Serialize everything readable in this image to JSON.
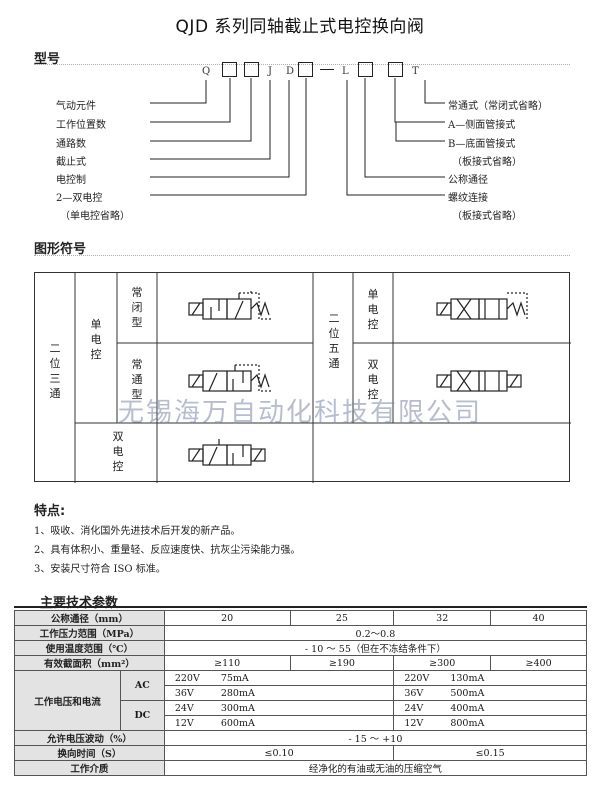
{
  "title": "QJD 系列同轴截止式电控换向阀",
  "sections": {
    "model": "型号",
    "symbols": "图形符号",
    "features": "特点:",
    "specs": "主要技术参数"
  },
  "model_code": {
    "letters": [
      "Q",
      "J",
      "D",
      "L",
      "T"
    ],
    "left_labels": [
      "气动元件",
      "工作位置数",
      "通路数",
      "截止式",
      "电控制",
      "2—双电控",
      "（单电控省略）"
    ],
    "right_labels": [
      "常通式（常闭式省略）",
      "A—侧面管接式",
      "B—底面管接式",
      "（板接式省略）",
      "公称通径",
      "螺纹连接",
      "（板接式省略）"
    ]
  },
  "symbols": {
    "left_group": "二位三通",
    "left_single": "单电控",
    "normally_closed": "常闭型",
    "normally_open": "常通型",
    "left_double": "双电控",
    "right_group": "二位五通",
    "right_single": "单电控",
    "right_double": "双电控"
  },
  "watermark": "无锡海万自动化科技有限公司",
  "features": [
    "1、吸收、消化国外先进技术后开发的新产品。",
    "2、具有体积小、重量轻、反应速度快、抗灰尘污染能力强。",
    "3、安装尺寸符合 ISO 标准。"
  ],
  "spec": {
    "nominal_label": "公称通径（mm）",
    "nominal": [
      "20",
      "25",
      "32",
      "40"
    ],
    "pressure_label": "工作压力范围（MPa）",
    "pressure": "0.2～0.8",
    "temp_label": "使用温度范围（℃）",
    "temp": "- 10 ～ 55（但在不冻结条件下）",
    "area_label": "有效截面积（mm²）",
    "area": [
      "≥110",
      "≥190",
      "≥300",
      "≥400"
    ],
    "voltage_label": "工作电压和电流",
    "ac_label": "AC",
    "dc_label": "DC",
    "ac_rows": [
      {
        "v1": "220V",
        "a1": "75mA",
        "v2": "220V",
        "a2": "130mA"
      },
      {
        "v1": "36V",
        "a1": "280mA",
        "v2": "36V",
        "a2": "500mA"
      }
    ],
    "dc_rows": [
      {
        "v1": "24V",
        "a1": "300mA",
        "v2": "24V",
        "a2": "400mA"
      },
      {
        "v1": "12V",
        "a1": "600mA",
        "v2": "12V",
        "a2": "800mA"
      }
    ],
    "fluct_label": "允许电压波动（%）",
    "fluct": "- 15 ～ +10",
    "switch_label": "换向时间（S）",
    "switch": [
      "≤0.10",
      "≤0.15"
    ],
    "medium_label": "工作介质",
    "medium": "经净化的有油或无油的压缩空气"
  }
}
